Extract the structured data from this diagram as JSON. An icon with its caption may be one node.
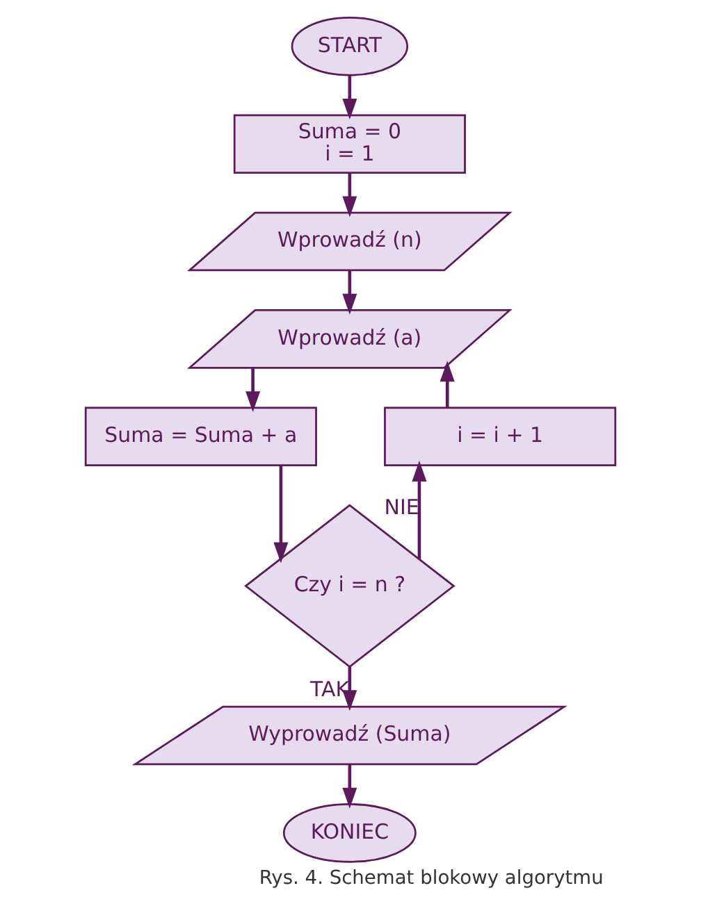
{
  "diagram": {
    "caption": "Rys. 4. Schemat blokowy algorytmu",
    "nodes": [
      {
        "text": [
          "START"
        ]
      },
      {
        "text": [
          "Suma = 0",
          "i = 1"
        ]
      },
      {
        "text": [
          "Wprowadź (n)"
        ]
      },
      {
        "text": [
          "Wprowadź (a)"
        ]
      },
      {
        "text": [
          "Suma = Suma + a"
        ]
      },
      {
        "text": [
          "Czy i = n ?"
        ]
      },
      {
        "text": [
          "i = i + 1"
        ]
      },
      {
        "text": [
          "Wyprowadź (Suma)"
        ]
      },
      {
        "text": [
          "KONIEC"
        ]
      }
    ],
    "edges": [
      {
        "from": 0,
        "to": 1,
        "arrow": "to"
      },
      {
        "from": 1,
        "to": 2,
        "arrow": "to"
      },
      {
        "from": 2,
        "to": 3,
        "arrow": "to"
      },
      {
        "from": 3,
        "to": 4,
        "arrow": "to"
      },
      {
        "from": 4,
        "to": 5,
        "arrow": "to"
      },
      {
        "from": 5,
        "to": 7,
        "label": "TAK",
        "arrow": "to"
      },
      {
        "from": 5,
        "to": 6,
        "label": "NIE",
        "arrow": "to"
      },
      {
        "from": 6,
        "to": 3,
        "arrow": "to"
      },
      {
        "from": 7,
        "to": 8,
        "arrow": "to"
      }
    ]
  }
}
